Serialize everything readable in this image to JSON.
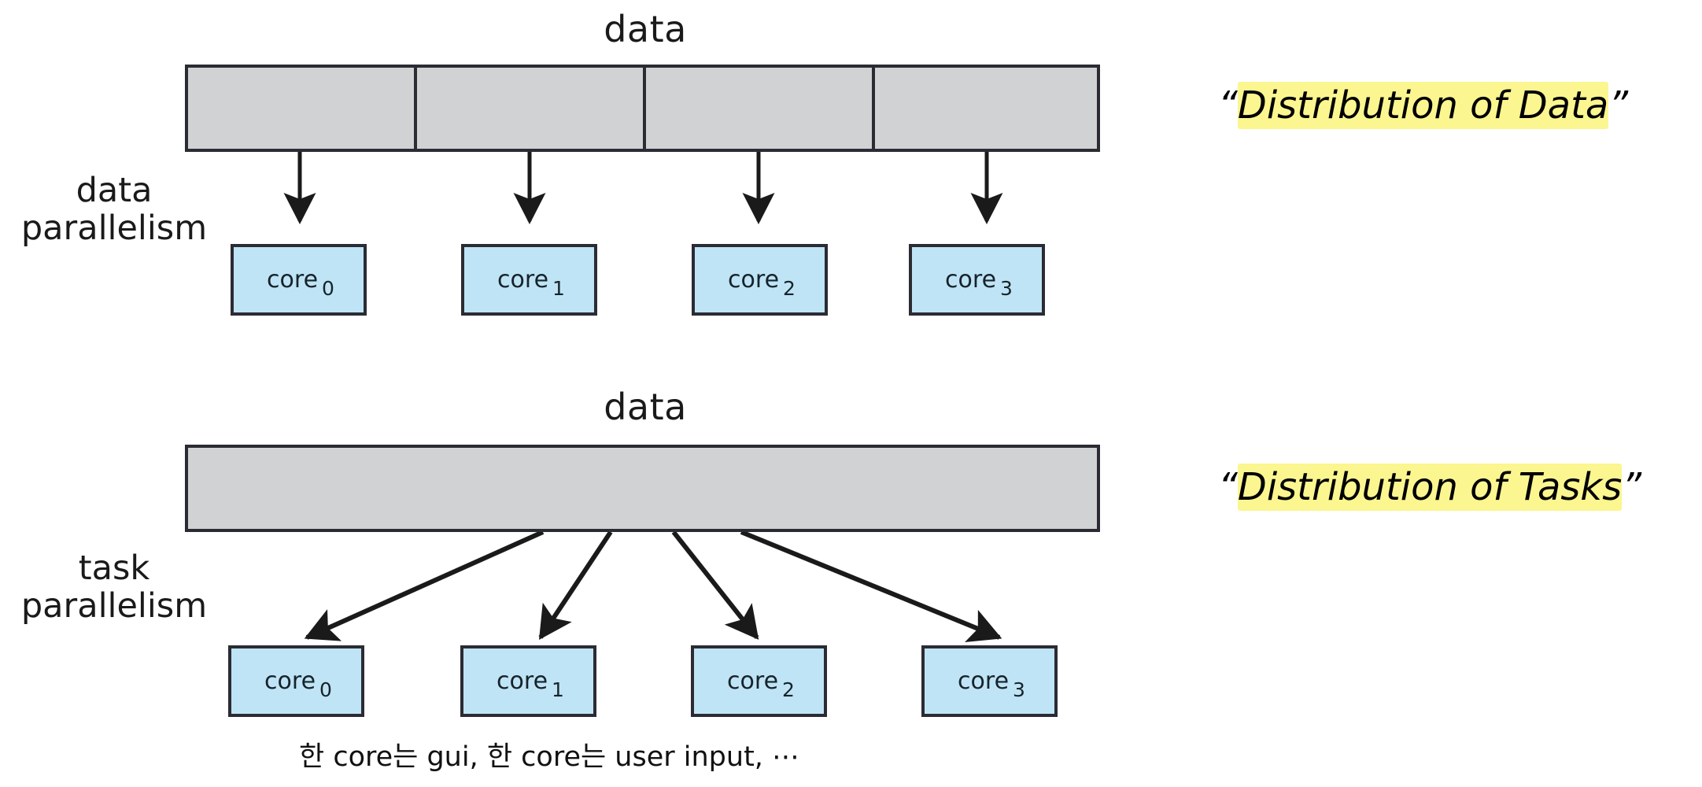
{
  "figure": {
    "title_top": "data",
    "title_bottom": "data",
    "caption": "한 core는 gui, 한 core는 user input, ⋯"
  },
  "colors": {
    "data_bar_fill": "#d0d2d3",
    "core_fill": "#bfe4f5",
    "stroke": "#2b2b33",
    "highlight": "#fbf68f",
    "text": "#1a1a1a"
  },
  "sections": [
    {
      "id": "data-parallelism",
      "side_label_line1": "data",
      "side_label_line2": "parallelism",
      "bar_title": "data",
      "bar_segments": 4,
      "arrow_style": "straight-down",
      "annotation": {
        "open_quote": "“",
        "text": "Distribution of Data",
        "close_quote": "”"
      },
      "cores": [
        {
          "name": "core",
          "index": "0"
        },
        {
          "name": "core",
          "index": "1"
        },
        {
          "name": "core",
          "index": "2"
        },
        {
          "name": "core",
          "index": "3"
        }
      ]
    },
    {
      "id": "task-parallelism",
      "side_label_line1": "task",
      "side_label_line2": "parallelism",
      "bar_title": "data",
      "bar_segments": 1,
      "arrow_style": "diverging",
      "annotation": {
        "open_quote": "“",
        "text": "Distribution of Tasks",
        "close_quote": "”"
      },
      "cores": [
        {
          "name": "core",
          "index": "0"
        },
        {
          "name": "core",
          "index": "1"
        },
        {
          "name": "core",
          "index": "2"
        },
        {
          "name": "core",
          "index": "3"
        }
      ]
    }
  ]
}
